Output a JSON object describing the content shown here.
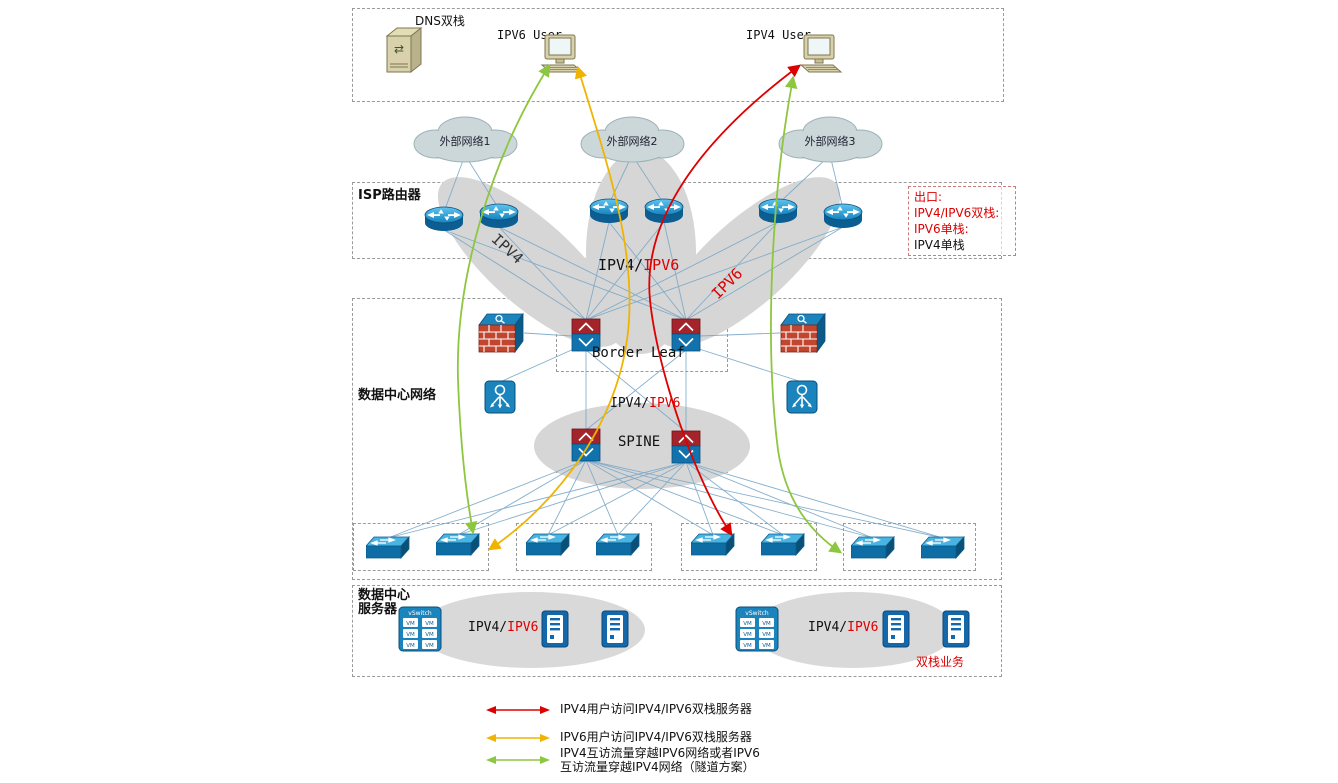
{
  "top": {
    "dns_label": "DNS双栈",
    "ipv6_user": "IPV6 User",
    "ipv4_user": "IPV4 User"
  },
  "clouds": {
    "c1": "外部网络1",
    "c2": "外部网络2",
    "c3": "外部网络3"
  },
  "isp": {
    "title": "ISP路由器",
    "blob_ipv4": "IPV4",
    "blob_ipv46_black": "IPV4/",
    "blob_ipv46_red": "IPV6",
    "blob_ipv6": "IPV6"
  },
  "exit_legend": {
    "l1": "出口:",
    "l2": "IPV4/IPV6双栈:",
    "l3": "IPV6单栈:",
    "l4": "IPV4单栈"
  },
  "dc": {
    "title": "数据中心网络",
    "border_leaf": "Border Leaf",
    "ipv46_black": "IPV4/",
    "ipv46_red": "IPV6",
    "spine": "SPINE"
  },
  "servers": {
    "title": "数据中心\n服务器",
    "group_black": "IPV4/",
    "group_red": "IPV6",
    "dual_stack": "双栈业务",
    "vswitch_label": "vSwitch",
    "vm_label": "VM"
  },
  "legend": {
    "items": [
      {
        "color": "#dd0000",
        "text": "IPV4用户访问IPV4/IPV6双栈服务器"
      },
      {
        "color": "#f0b400",
        "text": "IPV6用户访问IPV4/IPV6双栈服务器"
      },
      {
        "color": "#8dc63f",
        "text": "IPV4互访流量穿越IPV6网络或者IPV6\n互访流量穿越IPV4网络（隧道方案）"
      }
    ]
  },
  "colors": {
    "flow_red": "#dd0000",
    "flow_yellow": "#f0b400",
    "flow_green": "#8dc63f",
    "wire_blue": "#7aa7c7",
    "blob_gray": "#d6d6d6"
  }
}
